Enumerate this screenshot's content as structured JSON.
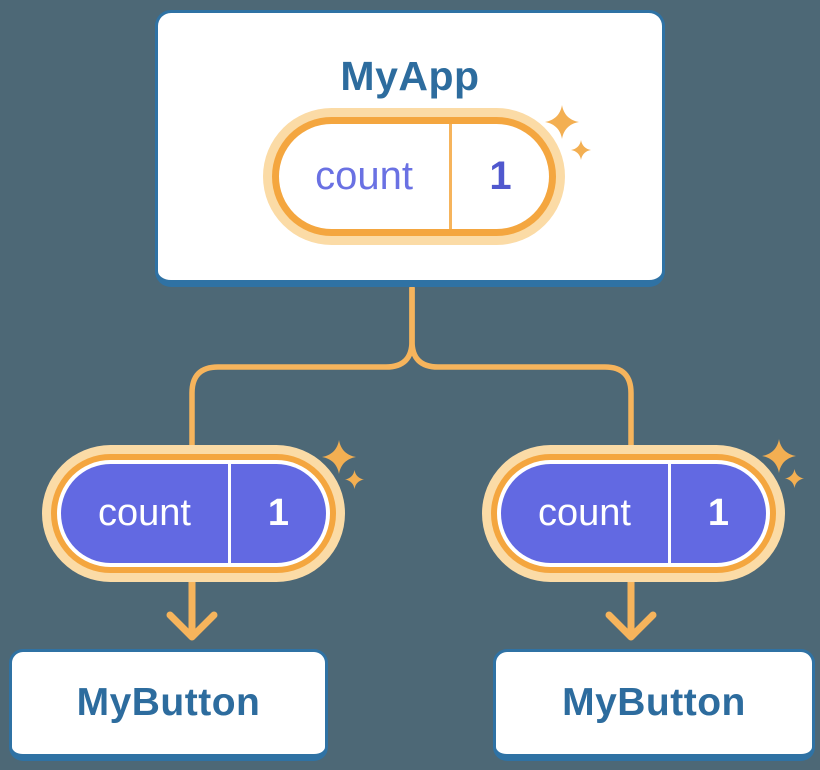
{
  "colors": {
    "background": "#4D6876",
    "card_bg": "#FFFFFF",
    "card_border": "#2F72A4",
    "title_text": "#2D6C9E",
    "connector": "#F6B45C",
    "pill_halo": "#FBDBA6",
    "pill_ring": "#F4A63F",
    "pill_purple": "#6269E2",
    "state_label": "#6A71E3",
    "state_value": "#5058CE",
    "sparkle": "#F3AF52"
  },
  "root": {
    "title": "MyApp",
    "state": {
      "label": "count",
      "value": "1"
    }
  },
  "children": [
    {
      "title": "MyButton",
      "prop": {
        "label": "count",
        "value": "1"
      }
    },
    {
      "title": "MyButton",
      "prop": {
        "label": "count",
        "value": "1"
      }
    }
  ]
}
